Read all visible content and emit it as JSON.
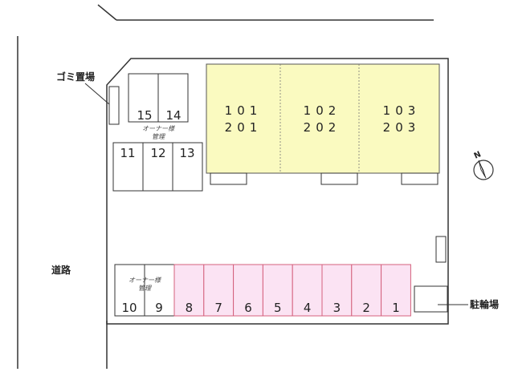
{
  "labels": {
    "garbage": "ゴミ置場",
    "road": "道路",
    "bicycle": "駐輪場",
    "owner_managed_line1": "オーナー様",
    "owner_managed_line2": "管理",
    "north": "N"
  },
  "building_units": [
    {
      "upper": "101",
      "lower": "201"
    },
    {
      "upper": "102",
      "lower": "202"
    },
    {
      "upper": "103",
      "lower": "203"
    }
  ],
  "parking": {
    "top_row": [
      "15",
      "14"
    ],
    "middle_row": [
      "11",
      "12",
      "13"
    ],
    "owner_row": [
      "10",
      "9"
    ],
    "bottom_row": [
      "8",
      "7",
      "6",
      "5",
      "4",
      "3",
      "2",
      "1"
    ]
  },
  "colors": {
    "building_fill": "#fafac0",
    "parking_pink_fill": "#fbe3f3",
    "parking_pink_stroke": "#d4607c",
    "line": "#333333"
  }
}
